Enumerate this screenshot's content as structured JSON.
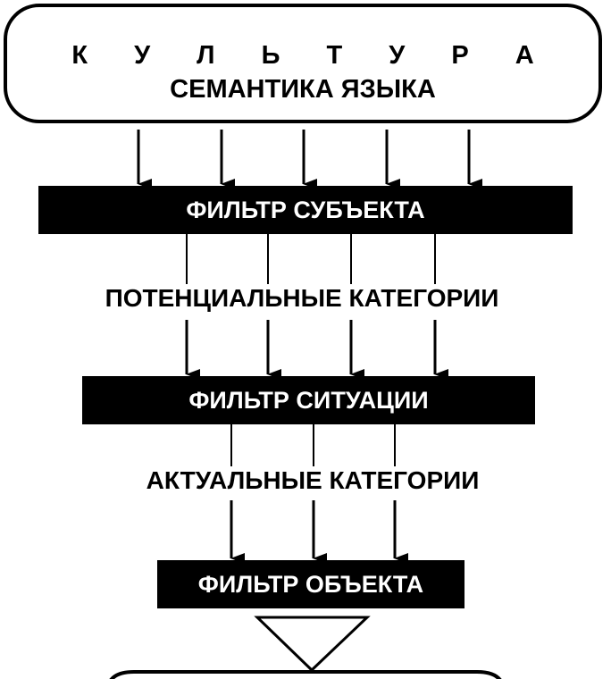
{
  "diagram": {
    "culture": {
      "title": "К У Л Ь Т У Р А",
      "subtitle": "СЕМАНТИКА ЯЗЫКА"
    },
    "filters": {
      "subject": "ФИЛЬТР СУБЪЕКТА",
      "situation": "ФИЛЬТР СИТУАЦИИ",
      "object": "ФИЛЬТР ОБЪЕКТА"
    },
    "categories": {
      "potential": "ПОТЕНЦИАЛЬНЫЕ КАТЕГОРИИ",
      "actual": "АКТУАЛЬНЫЕ КАТЕГОРИИ"
    },
    "colors": {
      "stroke": "#000000",
      "filter_fill": "#000000",
      "filter_text": "#ffffff",
      "background": "#ffffff"
    }
  }
}
